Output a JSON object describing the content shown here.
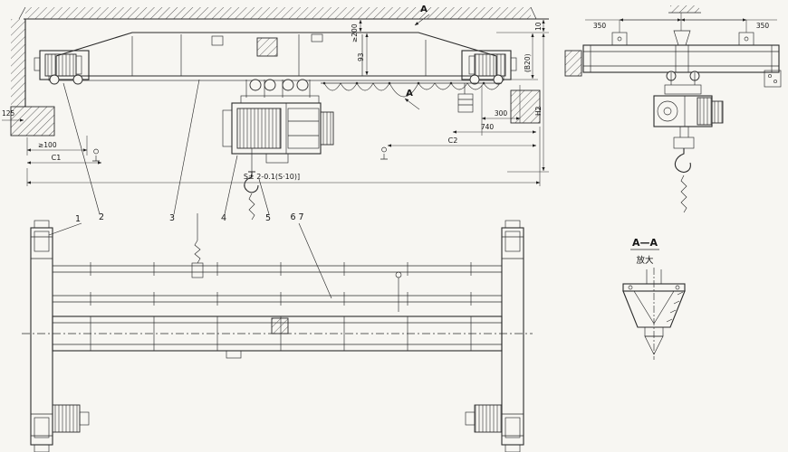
{
  "section_marks": {
    "top_a": "A",
    "mid_a": "A"
  },
  "front_dims": {
    "ge200": "≥200",
    "girder_height": "93",
    "d10": "10",
    "b20": "(B20)",
    "h2": "H2",
    "d125": "125",
    "ge100": "≥100",
    "c1": "C1",
    "c2": "C2",
    "d300": "300",
    "d740": "740",
    "span": "S± 2-0.1(S·10)]"
  },
  "end_dims": {
    "left_350": "350",
    "right_350": "350"
  },
  "part_numbers": {
    "p1": "1",
    "p2": "2",
    "p3": "3",
    "p4": "4",
    "p5": "5",
    "p6_7": "6 7"
  },
  "detail": {
    "title": "A—A",
    "subtitle": "放大"
  }
}
